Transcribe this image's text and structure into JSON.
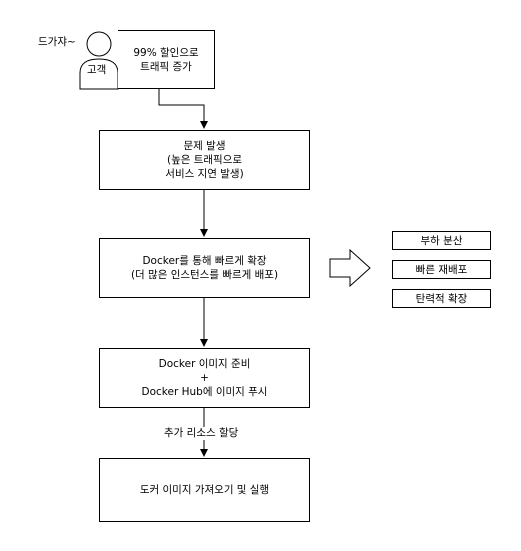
{
  "customer": {
    "exclaim": "드가쟈~",
    "label": "고객",
    "note_line1": "99% 할인으로",
    "note_line2": "트래픽 증가"
  },
  "steps": {
    "problem": {
      "line1": "문제 발생",
      "line2": "(높은 트래픽으로",
      "line3": "서비스 지연 발생)"
    },
    "docker_scale": {
      "line1": "Docker를 통해 빠르게 확장",
      "line2": "(더 많은 인스턴스를 빠르게 배포)"
    },
    "prepare": {
      "line1": "Docker 이미지 준비",
      "line2": "+",
      "line3": "Docker Hub에 이미지 푸시"
    },
    "extra_resource_label": "추가 리소스 할당",
    "run": {
      "line1": "도커 이미지 가져오기 및 실행"
    }
  },
  "benefits": [
    "부하 분산",
    "빠른 재배포",
    "탄력적 확장"
  ]
}
